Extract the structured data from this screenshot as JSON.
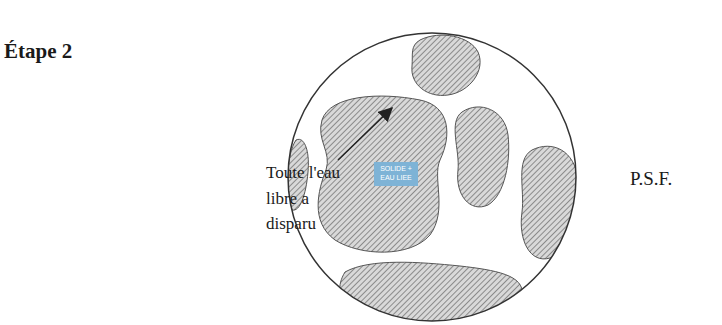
{
  "diagram": {
    "nodes": [
      {
        "text": [
          "SOLIDE + EAU LIEE"
        ]
      }
    ],
    "labels": [
      "Étape 2",
      "Toute l'eau libre a disparu",
      "P.S.F."
    ]
  }
}
